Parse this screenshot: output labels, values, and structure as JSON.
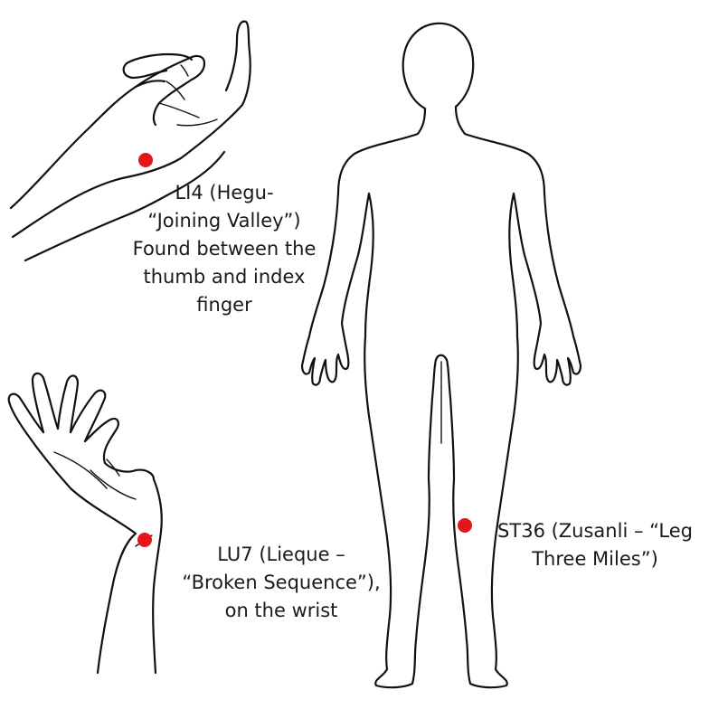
{
  "colors": {
    "point": "#e3161b",
    "outline": "#111111",
    "background": "#ffffff"
  },
  "points": {
    "li4": {
      "lines": [
        "LI4 (Hegu-",
        "“Joining Valley”)",
        "Found between the",
        "thumb and index",
        "finger"
      ]
    },
    "lu7": {
      "lines": [
        "LU7 (Lieque –",
        "“Broken Sequence”),",
        "on the wrist"
      ]
    },
    "st36": {
      "lines": [
        "ST36 (Zusanli – “Leg",
        "Three Miles”)"
      ]
    }
  }
}
